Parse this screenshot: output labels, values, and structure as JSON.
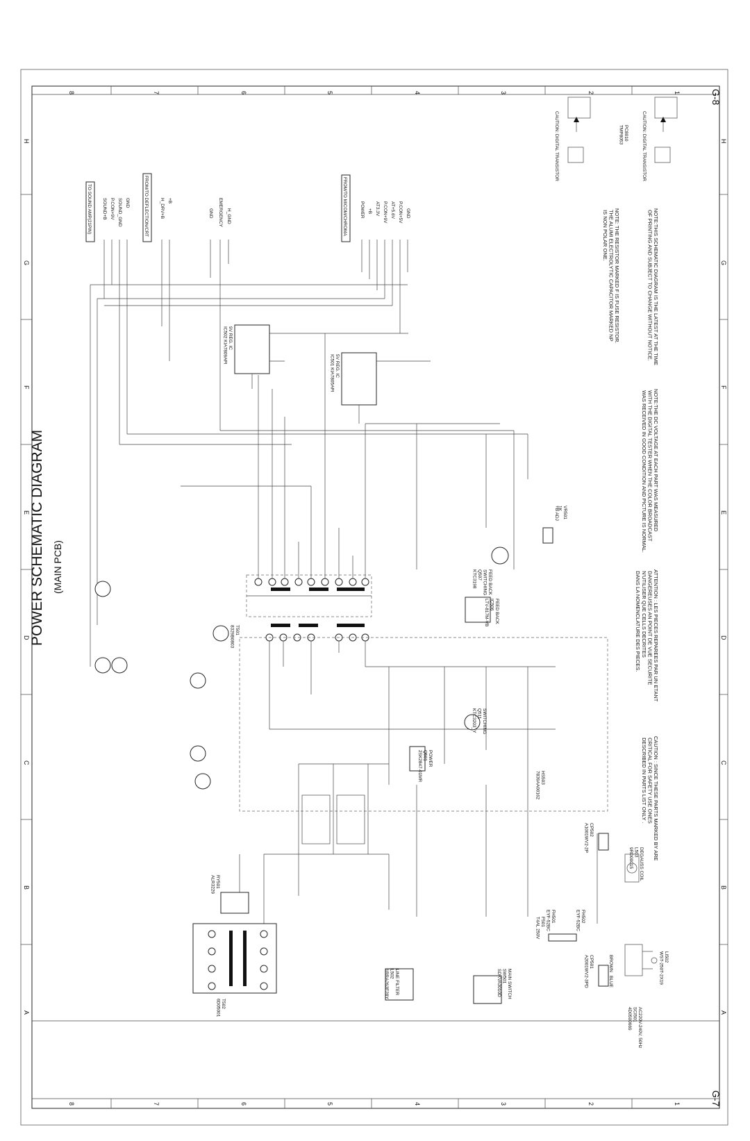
{
  "sheet": {
    "title": "POWER SCHEMATIC DIAGRAM",
    "subtitle": "(MAIN PCB)",
    "page_top": "G-8",
    "page_bottom": "G-7",
    "grid_numbers": [
      "8",
      "7",
      "6",
      "5",
      "4",
      "3",
      "2",
      "1"
    ],
    "grid_letters": [
      "H",
      "G",
      "F",
      "E",
      "D",
      "C",
      "B",
      "A"
    ]
  },
  "connectors": {
    "sound_amp": {
      "title": "TO SOUND AMP(21PIN)",
      "pins": [
        "SOUND+B",
        "P.CON+9V",
        "SOUND_GND",
        "GND"
      ]
    },
    "deflection": {
      "title": "FROM/TO DEFLECTION/CRT",
      "pins": [
        "H_DRV+B",
        "+B"
      ]
    },
    "emergency": {
      "pins": [
        "GND",
        "EMERGENCY",
        "H_GND"
      ]
    },
    "micom": {
      "title": "FROM/TO MICOM/CHROMA",
      "pins": [
        "POWER",
        "+B",
        "AT3.3V",
        "P.CON+9V",
        "AT+5.6V",
        "P.CON+5V",
        "GND"
      ]
    }
  },
  "labels": {
    "ic502": "9V REG. IC\nIC502 KIA7809API",
    "ic501": "5V REG. IC\nIC501 KIA7805API",
    "t501": "T501\n8329B0803",
    "ic506": "FEED BACK\nIC506\nLTV-817M-VB",
    "q507": "FEED BACK\nSWITCHING\nQ507\nKTC3198",
    "q511": "SWITCHING\nQ511\nKTC3203_Y",
    "q501": "POWER\nQ501\n2SK2847-01MR",
    "l502": "LINE FILTER\nL502\n1RRA263F28Y",
    "sw501": "MAIN SWITCH\nSW501\nSDKVA3010D",
    "cp501": "CP501\nA2001WV2-3PD",
    "cp502": "CP502\nA1001WV2-2P",
    "f501": "F501\nT4AL 250V",
    "fh501": "FH501\nEYF-52BC",
    "fh502": "FH502\nEYF-52BC",
    "degauss": "DEGAUSS COIL\nL503\n9RD00015",
    "plug": "LI502\nWST-250T-2X19",
    "ac": "AC220V-240V, 50Hz\nSCI501\n4D0500669",
    "hs": "HS503\n7839AA00162",
    "ry501": "RY501\nALR3229",
    "t502": "T502\n6D05001",
    "sym_transistor_1": "CAUTION: DIGITAL TRANSISTOR",
    "sym_transistor_2": "CAUTION: DIGITAL TRANSISTOR",
    "sym_codes": "PC8010\nTMP8053",
    "vr501": "VR501\n1K",
    "b_adj": "+B ADJ",
    "wire_brown": "BROWN",
    "wire_blue": "BLUE"
  },
  "notes": {
    "fuse": "NOTE: THE RESISTOR MARKED F IS FUSE RESISTOR.\n THE ALUMI ELECTROLYTIC CAPACITOR MARKED NP\n IS NON POLAR ONE.",
    "latest": "NOTE:THIS SCHEMATIC DIAGRAM IS THE LATEST AT THE TIME\n OF PRINTING AND SUBJECT TO CHANGE WITHOUT NOTICE.",
    "dc": "NOTE:THE DC VOLTAGE AT EACH PART WAS MEASURED\n WITH THE DIGITAL TESTER WHEN THE COLOR BROADCAST\n WAS RECEIVED IN GOOD CONDITION AND PICTURE IS NORMAL.",
    "attention": "ATTENTION : LES PIECES REPAREES PAR UN  ETANT\n DANGEREUSES AN POINT DE VUE SECURITE\n N'UTILISER QUE CELLS DECRITES\n DANS LA NOMENCLATURE DES PIECES.",
    "caution": "CAUTION : SINCE THESE PARTS MARKED BY  ARE\n CRITICAL FOR SAFETY USE ONES\n DESCRIBED IN PARTS LIST ONLY ."
  }
}
